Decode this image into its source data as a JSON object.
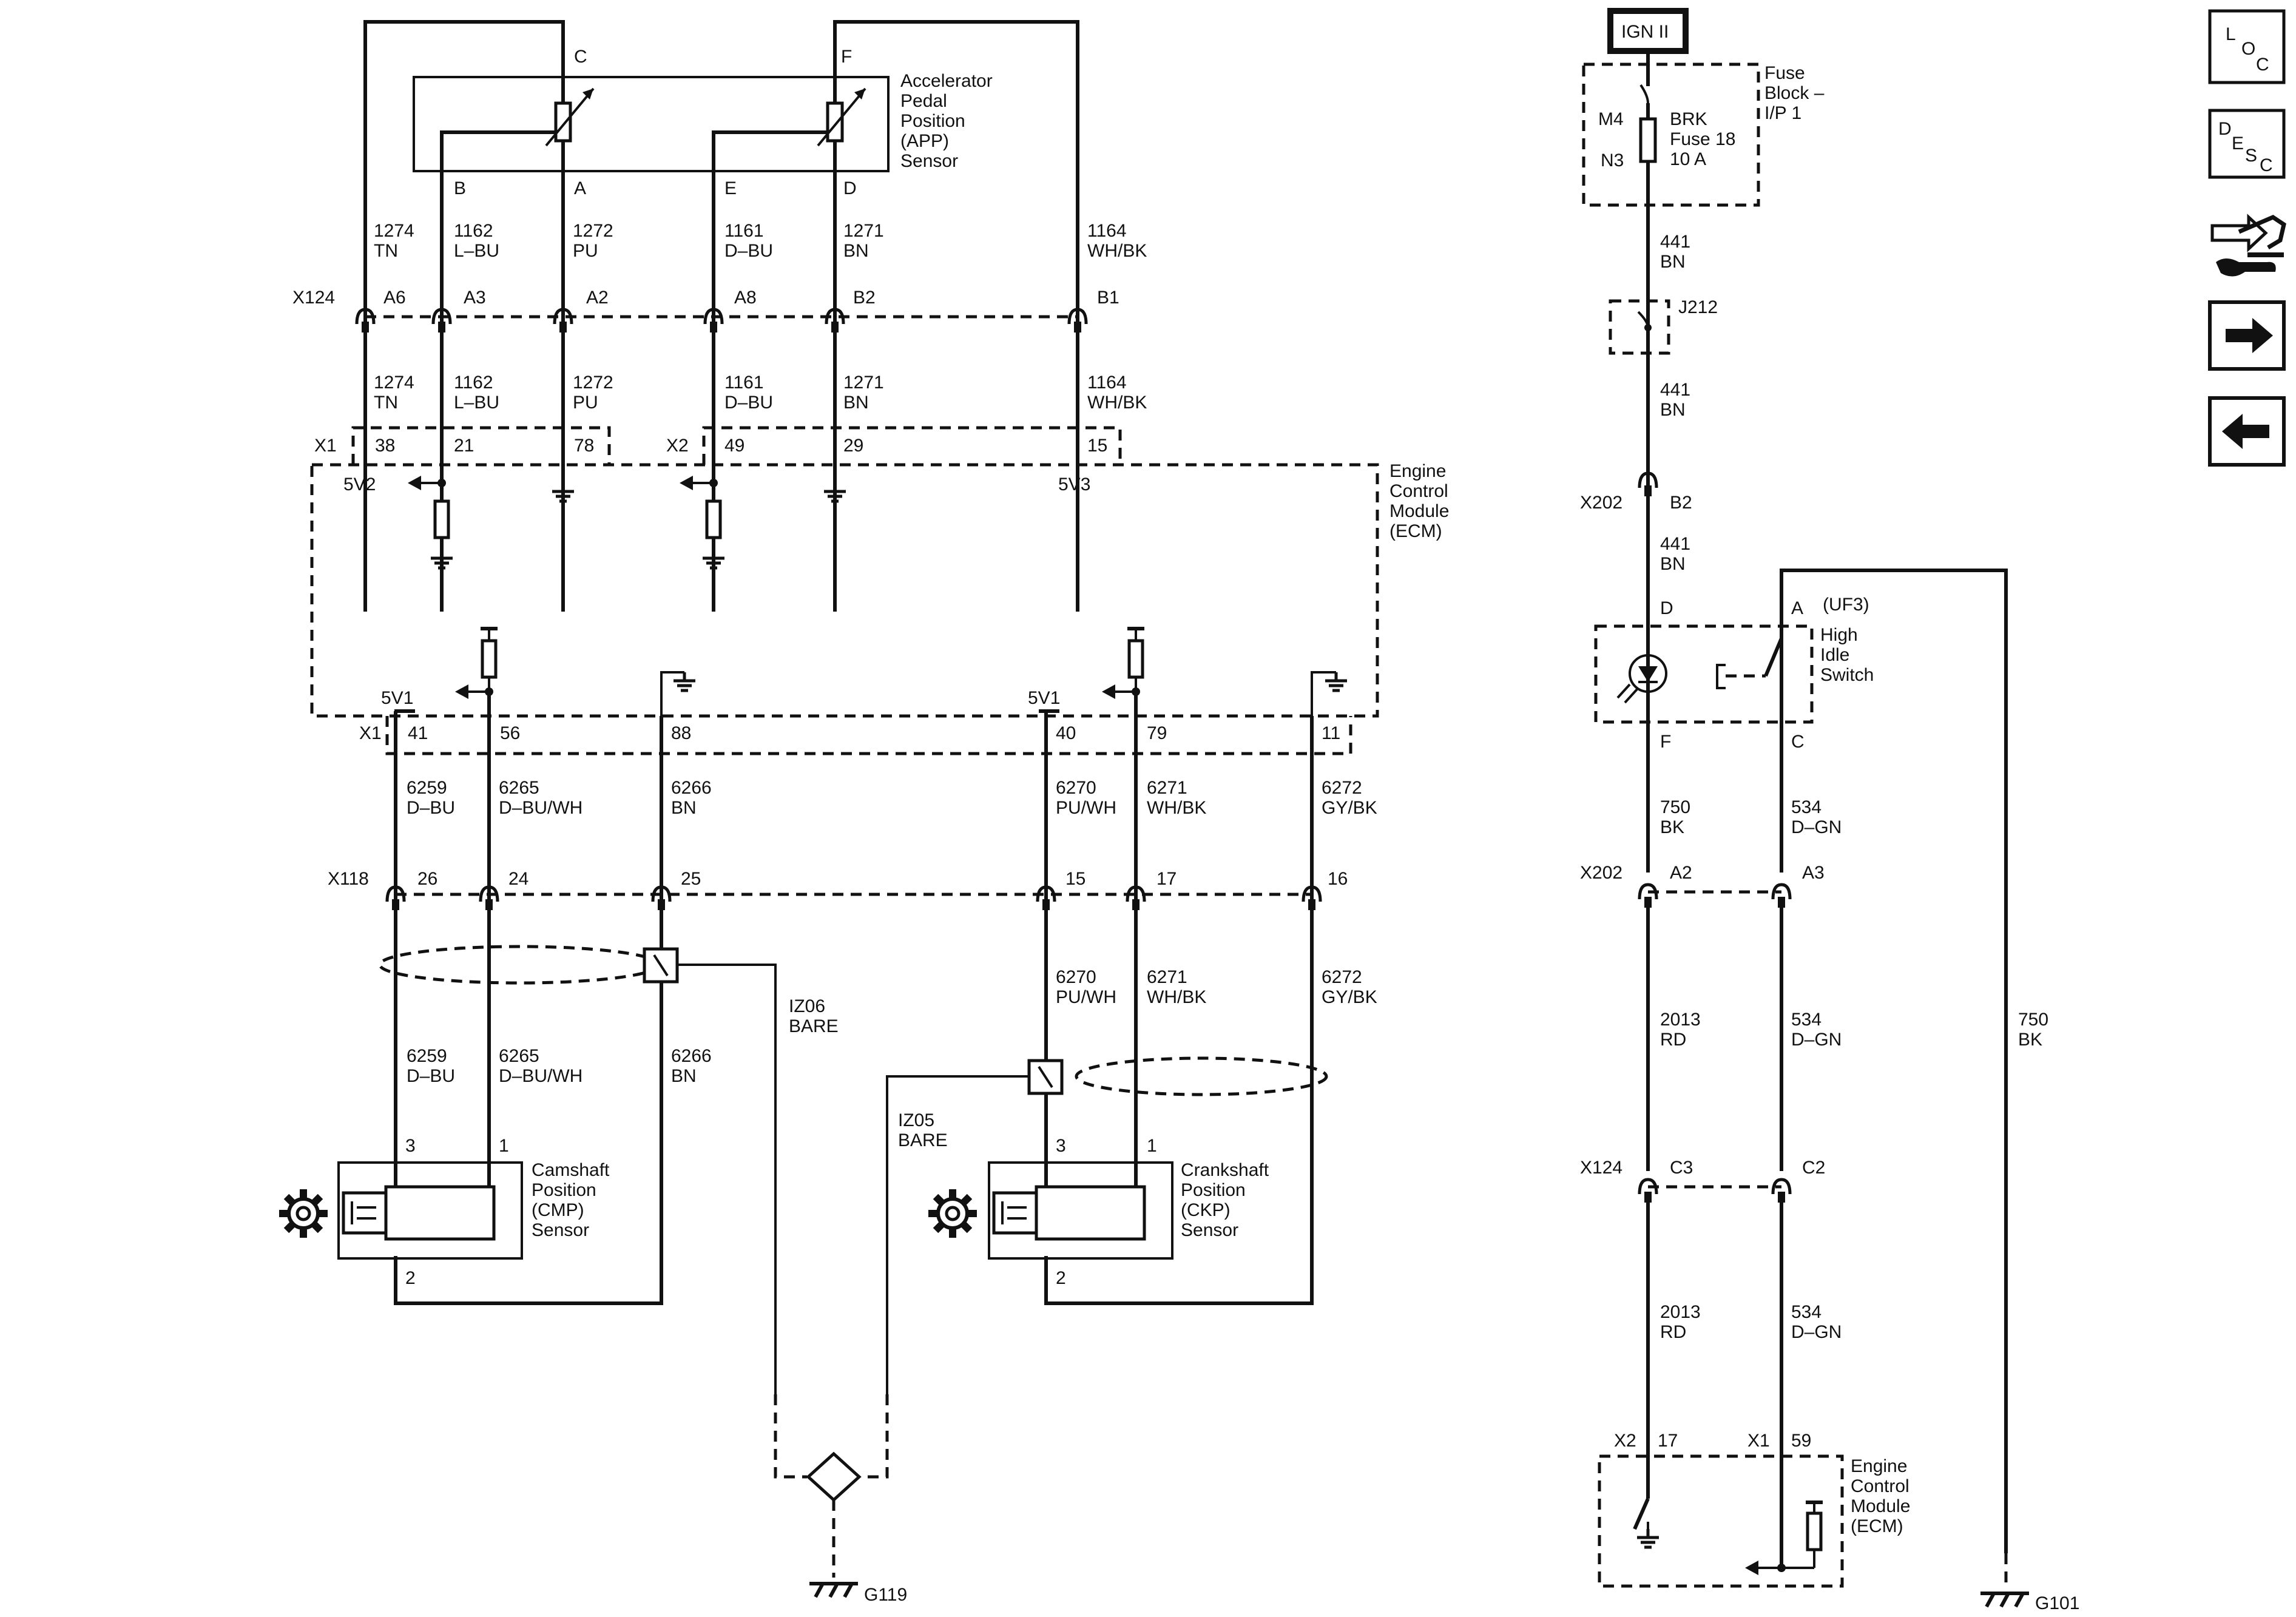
{
  "labels": {
    "app_pins": [
      "C",
      "B",
      "A",
      "F",
      "E",
      "D"
    ],
    "app_name": [
      "Accelerator",
      "Pedal",
      "Position",
      "(APP)",
      "Sensor"
    ],
    "top_wires": [
      [
        "1274",
        "TN"
      ],
      [
        "1162",
        "L–BU"
      ],
      [
        "1272",
        "PU"
      ],
      [
        "1161",
        "D–BU"
      ],
      [
        "1271",
        "BN"
      ],
      [
        "1164",
        "WH/BK"
      ]
    ],
    "x124_top": [
      "X124",
      "A6",
      "A3",
      "A2",
      "A8",
      "B2",
      "B1"
    ],
    "ecm_upper_pins": [
      "X1",
      "38",
      "21",
      "78",
      "X2",
      "49",
      "29",
      "15"
    ],
    "ecm_rails": [
      "5V2",
      "5V3",
      "5V1",
      "5V1"
    ],
    "ecm_name": [
      "Engine",
      "Control",
      "Module",
      "(ECM)"
    ],
    "ecm_lower_pins": [
      "X1",
      "41",
      "56",
      "88",
      "40",
      "79",
      "11"
    ],
    "lower_wires": [
      [
        "6259",
        "D–BU"
      ],
      [
        "6265",
        "D–BU/WH"
      ],
      [
        "6266",
        "BN"
      ],
      [
        "6270",
        "PU/WH"
      ],
      [
        "6271",
        "WH/BK"
      ],
      [
        "6272",
        "GY/BK"
      ]
    ],
    "x118": [
      "X118",
      "26",
      "24",
      "25",
      "15",
      "17",
      "16"
    ],
    "iz06": [
      "IZ06",
      "BARE"
    ],
    "iz05": [
      "IZ05",
      "BARE"
    ],
    "cmp_pins": [
      "3",
      "1",
      "2"
    ],
    "cmp_name": [
      "Camshaft",
      "Position",
      "(CMP)",
      "Sensor"
    ],
    "ckp_pins": [
      "3",
      "1",
      "2"
    ],
    "ckp_name": [
      "Crankshaft",
      "Position",
      "(CKP)",
      "Sensor"
    ],
    "g119": "G119",
    "ign": "IGN II",
    "fuse_block": [
      "Fuse",
      "Block –",
      "I/P 1"
    ],
    "fuse_pins": [
      "M4",
      "N3"
    ],
    "fuse_name": [
      "BRK",
      "Fuse 18",
      "10 A"
    ],
    "w441": [
      "441",
      "BN"
    ],
    "j212": "J212",
    "x202_b2": [
      "X202",
      "B2"
    ],
    "switch_pins": [
      "D",
      "A",
      "F",
      "C"
    ],
    "switch_opt": "(UF3)",
    "switch_name": [
      "High",
      "Idle",
      "Switch"
    ],
    "w750": [
      "750",
      "BK"
    ],
    "w534": [
      "534",
      "D–GN"
    ],
    "x202_a": [
      "X202",
      "A2",
      "A3"
    ],
    "w2013": [
      "2013",
      "RD"
    ],
    "x124_c": [
      "X124",
      "C3",
      "C2"
    ],
    "ecm2_pins": [
      "X2",
      "17",
      "X1",
      "59"
    ],
    "g101": "G101",
    "side_nav": [
      "L",
      "O",
      "C",
      "D",
      "E",
      "S",
      "C"
    ]
  },
  "colors": {
    "ink": "#111111",
    "background": "#ffffff"
  },
  "icons": [
    "gear-icon",
    "location-icon",
    "description-icon",
    "connector-tools-icon",
    "next-arrow-icon",
    "previous-arrow-icon"
  ]
}
